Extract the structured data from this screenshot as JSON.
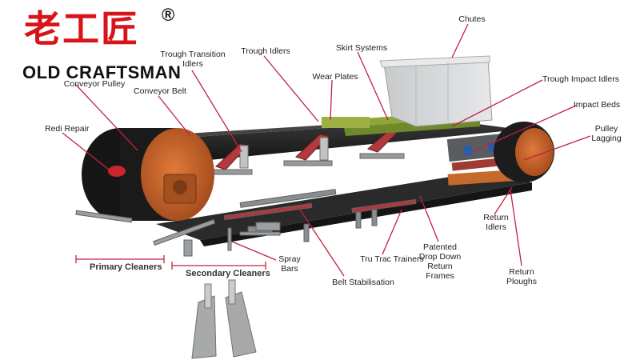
{
  "logo": {
    "chinese": "老工匠",
    "registered": "®",
    "english": "OLD CRAFTSMAN"
  },
  "labels": {
    "chutes": "Chutes",
    "skirt_systems": "Skirt Systems",
    "trough_idlers": "Trough Idlers",
    "trough_transition_idlers": "Trough Transition\nIdlers",
    "wear_plates": "Wear Plates",
    "conveyor_pulley": "Conveyor Pulley",
    "conveyor_belt": "Conveyor Belt",
    "trough_impact_idlers": "Trough Impact Idlers",
    "impact_beds": "Impact Beds",
    "pulley_lagging": "Pulley\nLagging",
    "redi_repair": "Redi Repair",
    "return_idlers": "Return\nIdlers",
    "return_ploughs": "Return\nPloughs",
    "patented_drop_down_return_frames": "Patented\nDrop Down\nReturn\nFrames",
    "tru_trac_trainers": "Tru Trac Trainers",
    "belt_stabilisation": "Belt Stabilisation",
    "spray_bars": "Spray\nBars",
    "primary_cleaners": "Primary Cleaners",
    "secondary_cleaners": "Secondary Cleaners"
  },
  "colors": {
    "leader": "#c0223f",
    "logo_red": "#d8141b",
    "pulley": "#c8622a",
    "belt": "#1c1c1c",
    "hopper": "#d2d4d6",
    "frame": "#a0a3a6"
  }
}
